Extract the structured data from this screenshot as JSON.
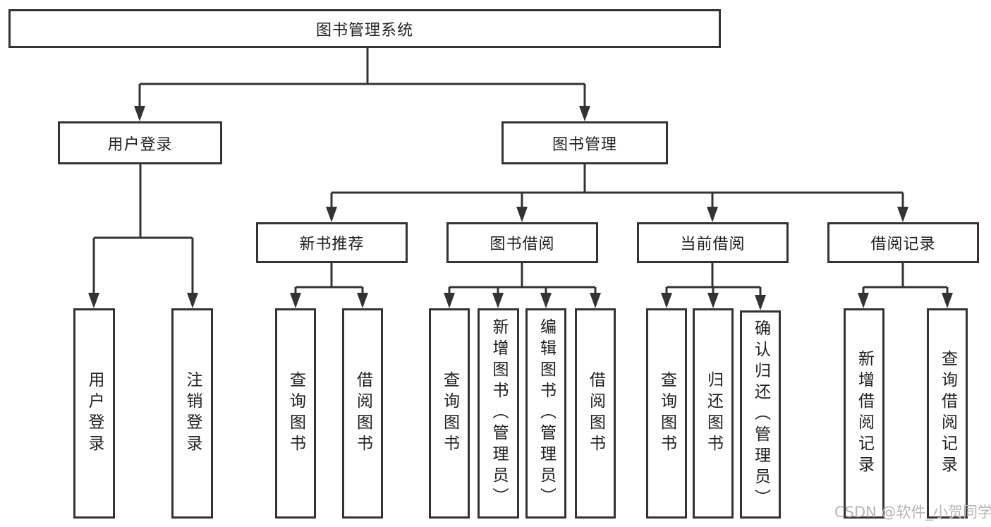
{
  "diagram_title": "图书管理系统",
  "tree": {
    "label": "图书管理系统",
    "children": [
      {
        "label": "用户登录",
        "children": [
          {
            "label": "用户登录"
          },
          {
            "label": "注销登录"
          }
        ]
      },
      {
        "label": "图书管理",
        "children": [
          {
            "label": "新书推荐",
            "children": [
              {
                "label": "查询图书"
              },
              {
                "label": "借阅图书"
              }
            ]
          },
          {
            "label": "图书借阅",
            "children": [
              {
                "label": "查询图书"
              },
              {
                "label": "新增图书（管理员）"
              },
              {
                "label": "编辑图书（管理员）"
              },
              {
                "label": "借阅图书"
              }
            ]
          },
          {
            "label": "当前借阅",
            "children": [
              {
                "label": "查询图书"
              },
              {
                "label": "归还图书"
              },
              {
                "label": "确认归还（管理员）"
              }
            ]
          },
          {
            "label": "借阅记录",
            "children": [
              {
                "label": "新增借阅记录"
              },
              {
                "label": "查询借阅记录"
              }
            ]
          }
        ]
      }
    ]
  },
  "watermark": "CSDN @软件_小贺同学",
  "colors": {
    "line": "#333333",
    "text": "#1f1f1f",
    "watermark": "#b5b5b5",
    "background": "#ffffff"
  }
}
